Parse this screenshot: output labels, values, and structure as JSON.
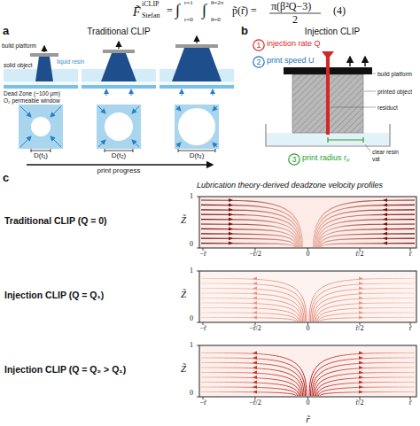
{
  "diagram": {
    "nodes": [
      {
        "text": [
          "1"
        ]
      },
      {
        "text": [
          "2"
        ]
      },
      {
        "text": [
          "3"
        ]
      }
    ],
    "labels": [
      "F̃",
      "iCLIP",
      "Stefan",
      "=",
      "∫",
      "r=1",
      "r=0",
      "∫",
      "θ=2π",
      "θ=0",
      "p̃(r̃) =",
      "π(β²Q−3)",
      "2",
      "(4)",
      "a",
      "Traditional CLIP",
      "build platform",
      "liquid resin",
      "solid object",
      "Dead Zone (~100 μm)",
      "O₂ permeable window",
      "D(t₁)",
      "D(t₂)",
      "D(t₃)",
      "print progress",
      "b",
      "Injection CLIP",
      "injection rate Q",
      "print speed U",
      "print radius rₚ",
      "build platform",
      "printed object",
      "residuct",
      "clear resin",
      "vat",
      "c",
      "Lubrication theory-derived deadzone velocity profiles",
      "Traditional CLIP (Q = 0)",
      "Injection CLIP (Q = Q₁)",
      "Injection CLIP (Q = Q₂ > Q₁)",
      "Z̃",
      "1",
      "0",
      "−r̃",
      "−r̃/2",
      "0",
      "r̃/2",
      "r̃",
      "Z̃",
      "1",
      "0",
      "−r̃",
      "−r̃/2",
      "0",
      "r̃/2",
      "r̃",
      "Z̃",
      "1",
      "0",
      "−r̃",
      "−r̃/2",
      "0",
      "r̃/2",
      "r̃",
      "r̃"
    ]
  }
}
